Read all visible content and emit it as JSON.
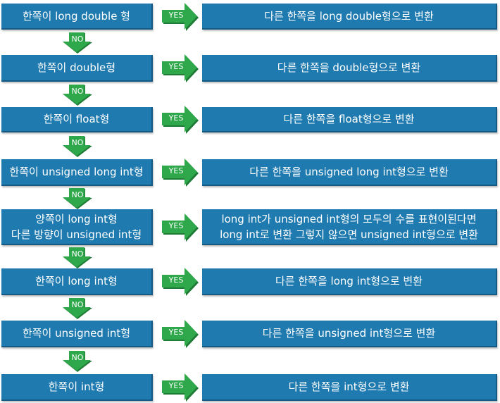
{
  "colors": {
    "box_fill": "#1f7ab0",
    "box_shadow": "#155a85",
    "arrow_fill": "#2ea84a",
    "arrow_shadow": "#1f7a35",
    "text": "#ffffff"
  },
  "labels": {
    "yes": "YES",
    "no": "NO"
  },
  "steps": [
    {
      "condition": "한쪽이 long double 형",
      "result": "다른 한쪽을 long double형으로 변환"
    },
    {
      "condition": "한쪽이 double형",
      "result": "다른 한쪽을 double형으로 변환"
    },
    {
      "condition": "한쪽이 float형",
      "result": "다른 한쪽을 float형으로 변환"
    },
    {
      "condition": "한쪽이 unsigned long int형",
      "result": "다른 한쪽을 unsigned long int형으로 변환"
    },
    {
      "condition": "양쪽이 long int형\n다른 방향이 unsigned int형",
      "result": "long int가 unsigned int형의 모두의 수를 표현이된다면\nlong int로 변환 그렇지 않으면 unsigned int형으로 변환"
    },
    {
      "condition": "한쪽이 long int형",
      "result": "다른 한쪽을 long int형으로 변환"
    },
    {
      "condition": "한쪽이 unsigned int형",
      "result": "다른 한쪽을 unsigned int형으로 변환"
    },
    {
      "condition": "한쪽이 int형",
      "result": "다른 한쪽을 int형으로 변환"
    }
  ]
}
